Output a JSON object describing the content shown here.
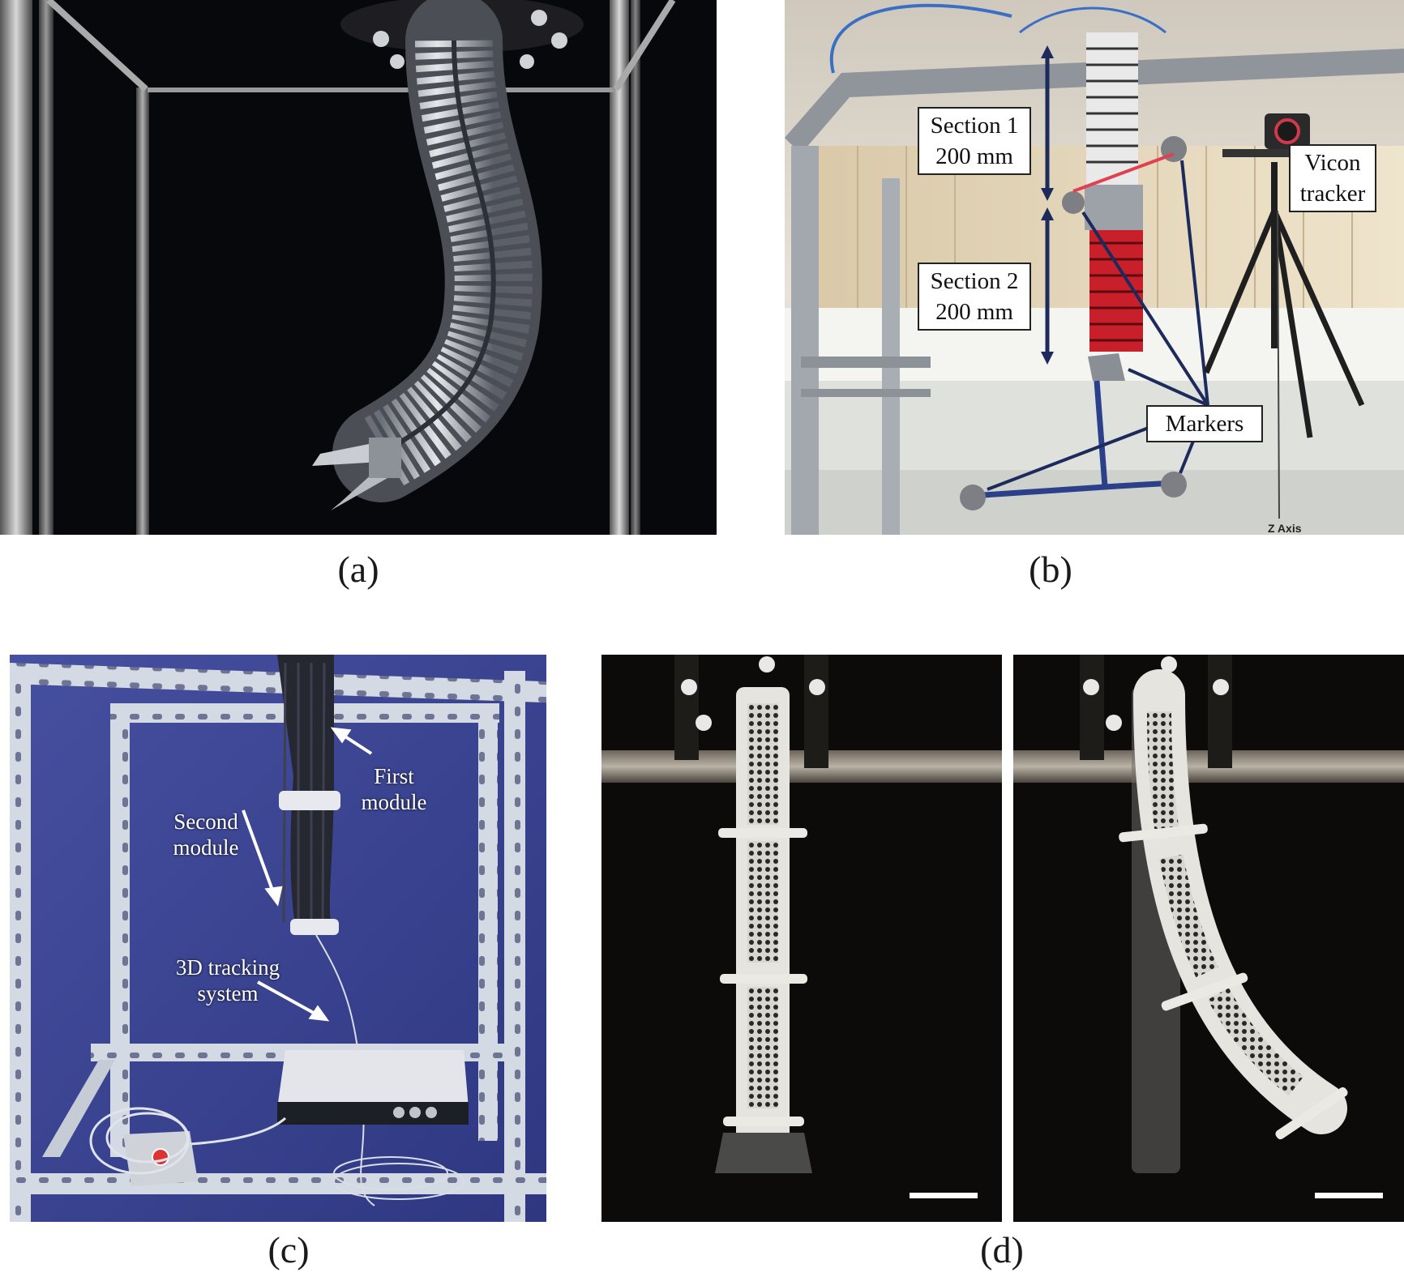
{
  "panels": {
    "a": {
      "caption": "(a)"
    },
    "b": {
      "caption": "(b)",
      "section1": {
        "line1": "Section 1",
        "line2": "200 mm"
      },
      "section2": {
        "line1": "Section 2",
        "line2": "200 mm"
      },
      "vicon": {
        "line1": "Vicon",
        "line2": "tracker"
      },
      "markers": "Markers",
      "axis_label": "Z Axis"
    },
    "c": {
      "caption": "(c)",
      "first_module": {
        "line1": "First",
        "line2": "module"
      },
      "second_module": {
        "line1": "Second",
        "line2": "module"
      },
      "tracking": {
        "line1": "3D tracking",
        "line2": "system"
      }
    },
    "d": {
      "caption": "(d)"
    }
  }
}
